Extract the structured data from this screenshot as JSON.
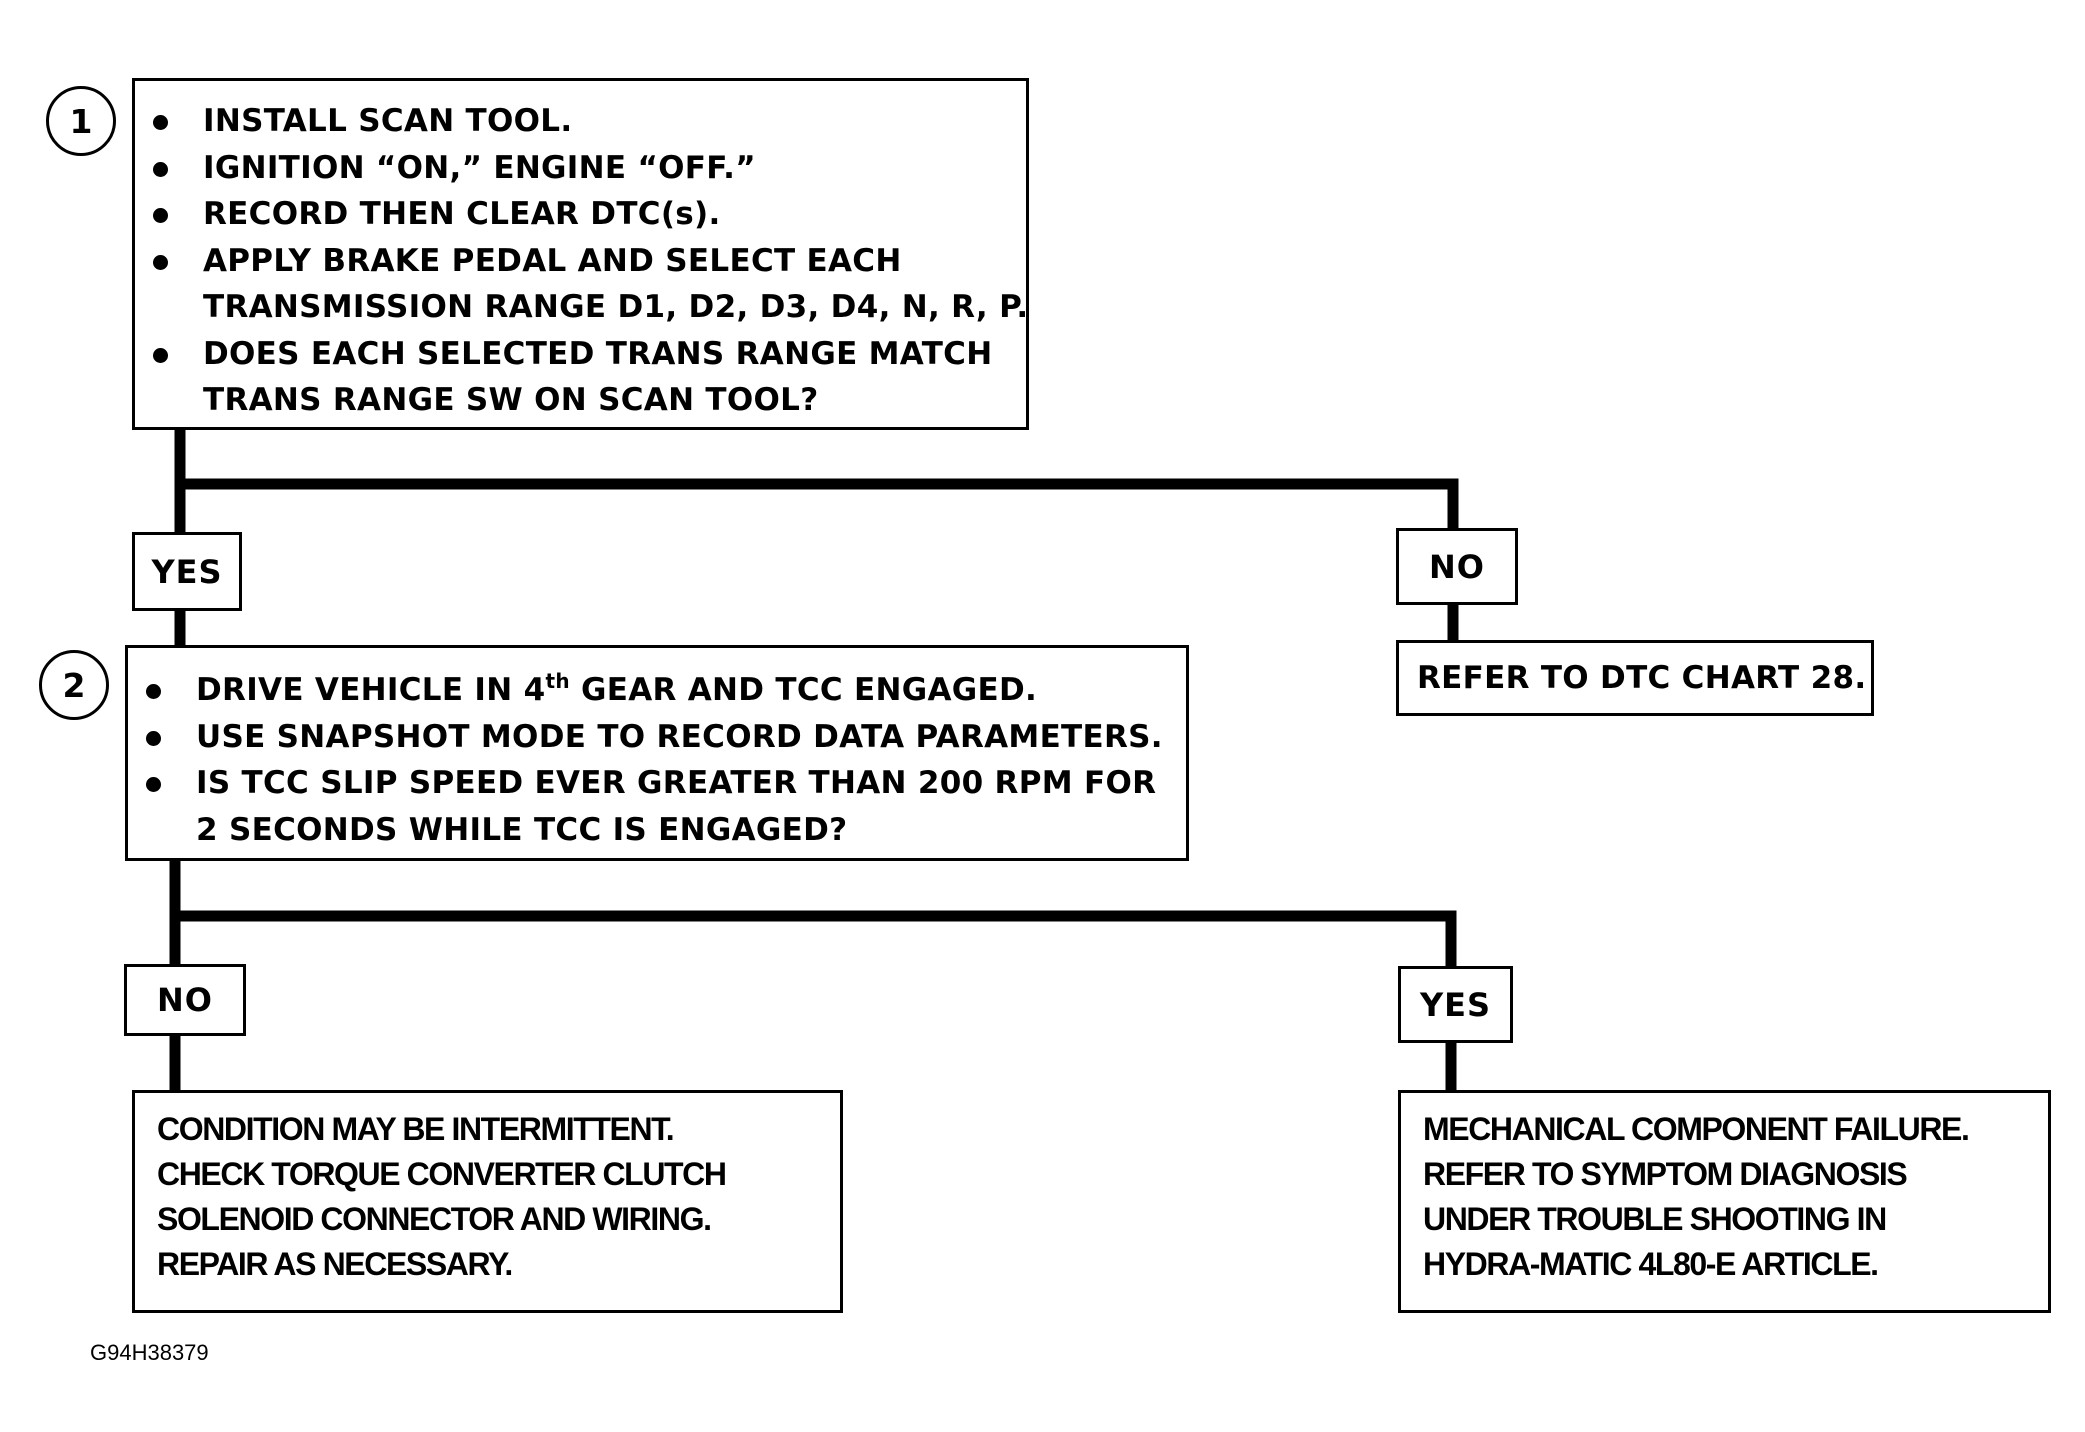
{
  "step1": {
    "number": "1",
    "items": [
      "INSTALL SCAN TOOL.",
      "IGNITION “ON,” ENGINE “OFF.”",
      "RECORD THEN CLEAR DTC(s).",
      "APPLY BRAKE PEDAL AND SELECT EACH",
      "TRANSMISSION RANGE D1, D2, D3, D4, N, R, P.",
      "DOES EACH SELECTED TRANS RANGE MATCH",
      "TRANS RANGE SW ON SCAN TOOL?"
    ]
  },
  "branch1": {
    "yes_label": "YES",
    "no_label": "NO"
  },
  "no1_result": "REFER TO DTC CHART 28.",
  "step2": {
    "number": "2",
    "item1_pre": "DRIVE VEHICLE IN 4",
    "item1_sup": "th",
    "item1_post": " GEAR AND TCC ENGAGED.",
    "item2": "USE SNAPSHOT MODE TO RECORD DATA PARAMETERS.",
    "item3_line1": "IS TCC SLIP SPEED EVER GREATER THAN 200 RPM FOR",
    "item3_line2": "2 SECONDS WHILE TCC IS ENGAGED?"
  },
  "branch2": {
    "no_label": "NO",
    "yes_label": "YES"
  },
  "no2_result": [
    "CONDITION MAY BE INTERMITTENT.",
    "CHECK TORQUE CONVERTER CLUTCH",
    "SOLENOID CONNECTOR AND WIRING.",
    "REPAIR AS NECESSARY."
  ],
  "yes2_result": [
    "MECHANICAL COMPONENT FAILURE.",
    "REFER TO SYMPTOM DIAGNOSIS",
    "UNDER TROUBLE SHOOTING IN",
    "HYDRA-MATIC 4L80-E ARTICLE."
  ],
  "figure_ref": "G94H38379"
}
